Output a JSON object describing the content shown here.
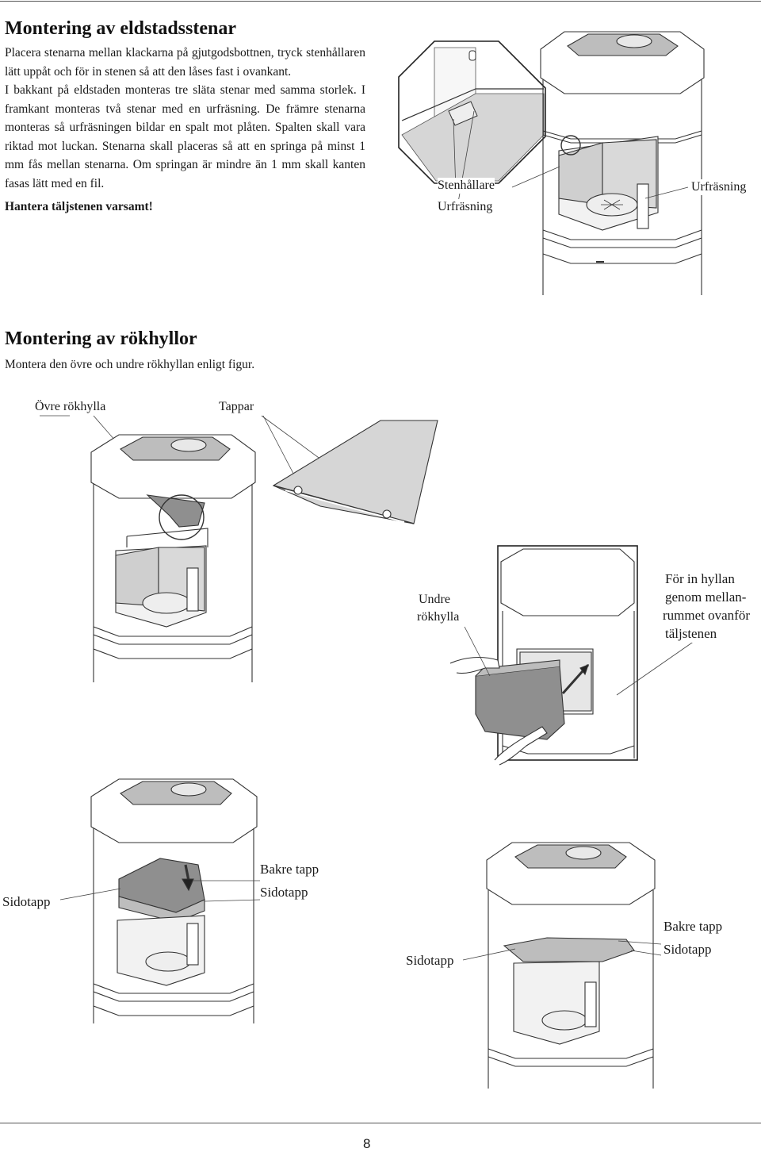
{
  "section1": {
    "title": "Montering av eldstadsstenar",
    "paragraphs": [
      "Placera stenarna mellan klackarna på gjutgodsbottnen, tryck stenhållaren lätt uppåt och för in stenen så att den låses fast i ovankant.",
      "I bakkant på eldstaden monteras tre släta stenar med samma storlek. I framkant monteras två stenar med en urfräsning. De främre stenarna monteras så urfräsningen bildar en spalt mot plåten. Spalten skall vara riktad mot luckan. Stenarna skall placeras så att en springa på minst 1 mm fås mellan stenarna. Om springan är mindre än 1 mm skall kanten fasas lätt med en fil."
    ],
    "warning": "Hantera täljstenen varsamt!",
    "fig_labels": {
      "stenhallare": "Stenhållare",
      "urfrasning_left": "Urfräsning",
      "urfrasning_right": "Urfräsning"
    }
  },
  "section2": {
    "title": "Montering av rökhyllor",
    "intro": "Montera den övre och undre rökhyllan enligt figur.",
    "fig_labels": {
      "ovre_rokhylla": "Övre rökhylla",
      "tappar": "Tappar",
      "undre_rokhylla_1": "Undre",
      "undre_rokhylla_2": "rökhylla",
      "for_in_1": "För in hyllan",
      "for_in_2": "genom mellan-",
      "for_in_3": "rummet ovanför",
      "for_in_4": "täljstenen",
      "sidotapp_a": "Sidotapp",
      "bakre_tapp_a": "Bakre tapp",
      "sidotapp_b": "Sidotapp",
      "sidotapp_c": "Sidotapp",
      "bakre_tapp_b": "Bakre tapp",
      "sidotapp_d": "Sidotapp"
    }
  },
  "page_number": "8",
  "colors": {
    "text": "#1a1a1a",
    "line": "#333333",
    "stone": "#cfcfcf",
    "shelf": "#8f8f8f",
    "plate": "#d6d6d6"
  }
}
